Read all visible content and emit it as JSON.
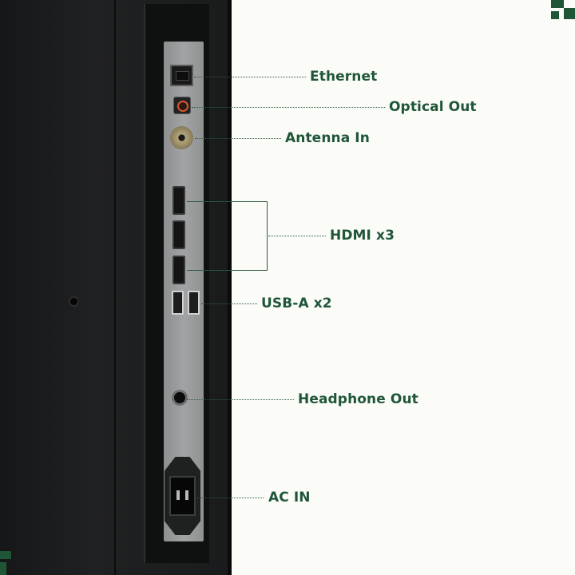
{
  "ports": {
    "ethernet": "Ethernet",
    "optical_out": "Optical Out",
    "antenna_in": "Antenna In",
    "hdmi": "HDMI x3",
    "usb_a": "USB-A x2",
    "headphone_out": "Headphone Out",
    "ac_in": "AC IN"
  },
  "colors": {
    "label": "#1f5638",
    "leader": "#2d5a44",
    "background": "#fbfbf8",
    "tv_body": "#1b1c1d"
  }
}
